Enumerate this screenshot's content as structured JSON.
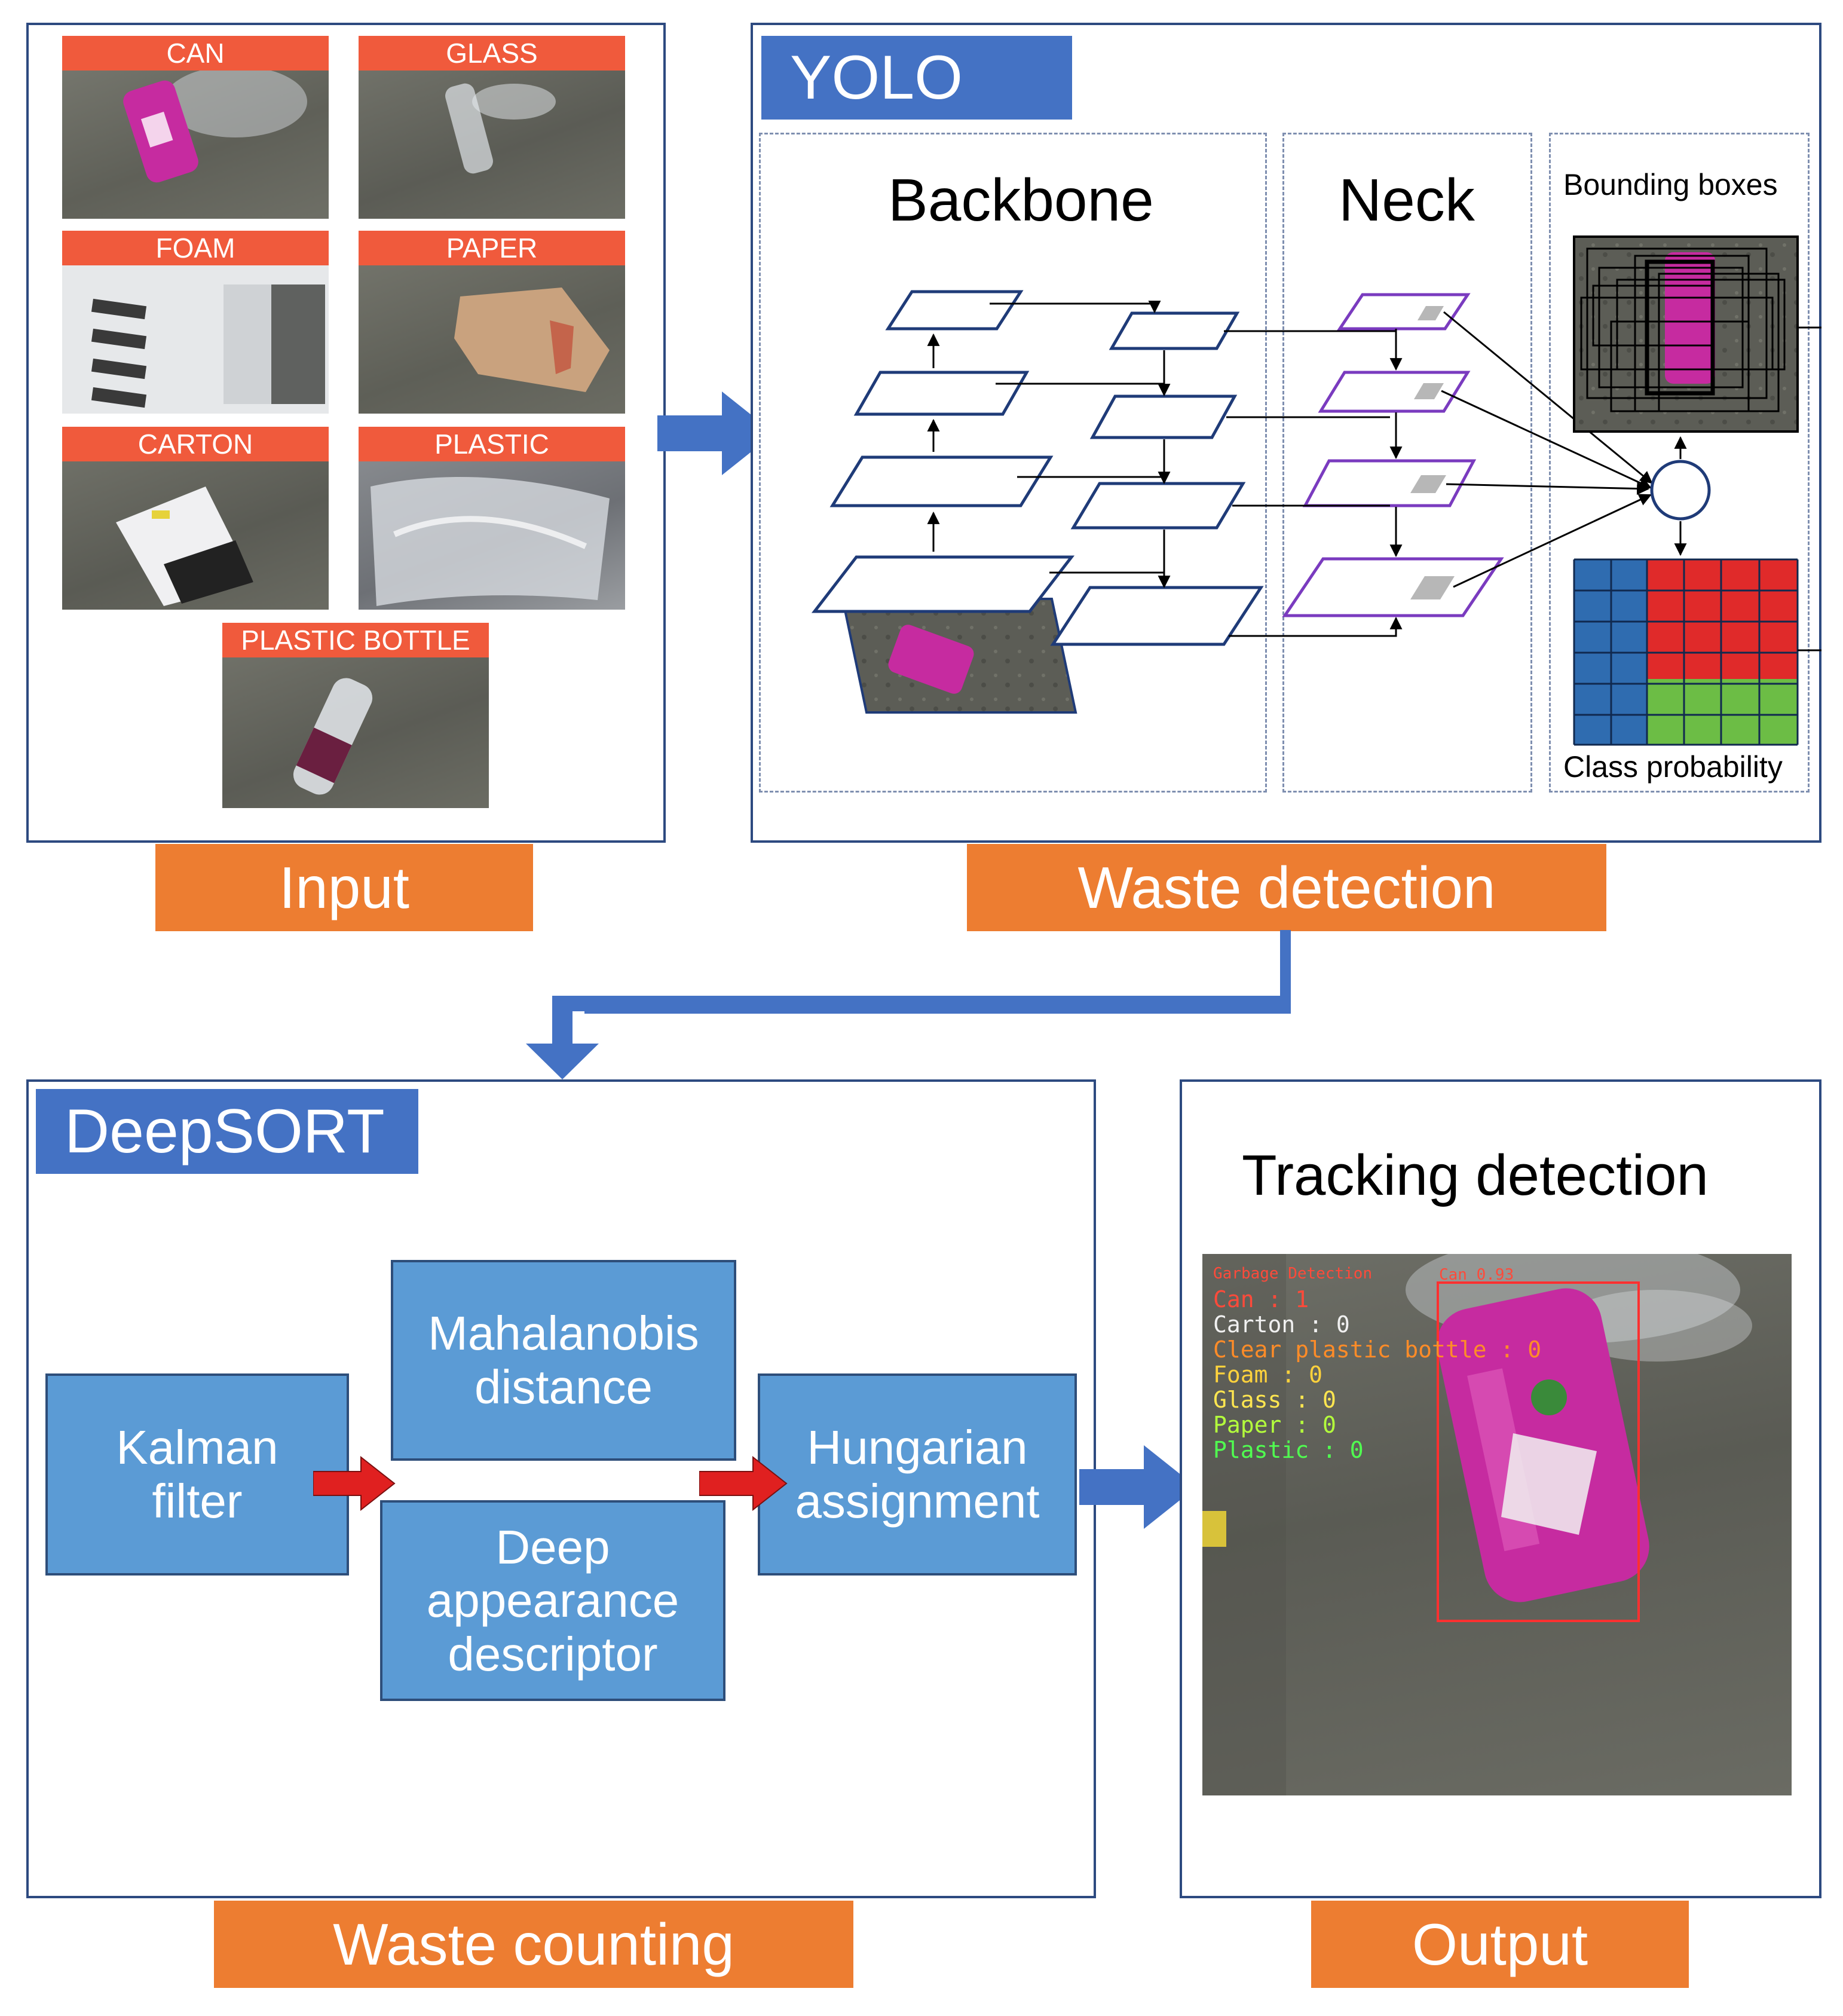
{
  "input": {
    "label": "Input",
    "items": [
      "CAN",
      "GLASS",
      "FOAM",
      "PAPER",
      "CARTON",
      "PLASTIC",
      "PLASTIC BOTTLE"
    ]
  },
  "detection": {
    "label": "Waste detection",
    "model": "YOLO",
    "backbone": "Backbone",
    "neck": "Neck",
    "bounding_boxes": "Bounding boxes",
    "class_probability": "Class probability"
  },
  "counting": {
    "label": "Waste counting",
    "model": "DeepSORT",
    "kalman": "Kalman filter",
    "mahalanobis": "Mahalanobis distance",
    "deep_appearance": "Deep appearance descriptor",
    "hungarian": "Hungarian assignment"
  },
  "output": {
    "label": "Output",
    "title": "Tracking detection",
    "hud_title": "Garbage Detection",
    "box_label": "Can 0.93",
    "counts": [
      {
        "text": "Can : 1",
        "color": "#ff4a3a"
      },
      {
        "text": "Carton : 0",
        "color": "#f0f0f0"
      },
      {
        "text": "Clear plastic bottle : 0",
        "color": "#ff8c28"
      },
      {
        "text": "Foam : 0",
        "color": "#ffd23c"
      },
      {
        "text": "Glass : 0",
        "color": "#ffe650"
      },
      {
        "text": "Paper : 0",
        "color": "#b4ff3c"
      },
      {
        "text": "Plastic : 0",
        "color": "#50ff50"
      }
    ]
  },
  "colors": {
    "orange": "#ed7d31",
    "blue_tag": "#4472c4",
    "flow_box": "#5b9bd5",
    "arrow_blue": "#4472c4",
    "arrow_red": "#e02020"
  }
}
